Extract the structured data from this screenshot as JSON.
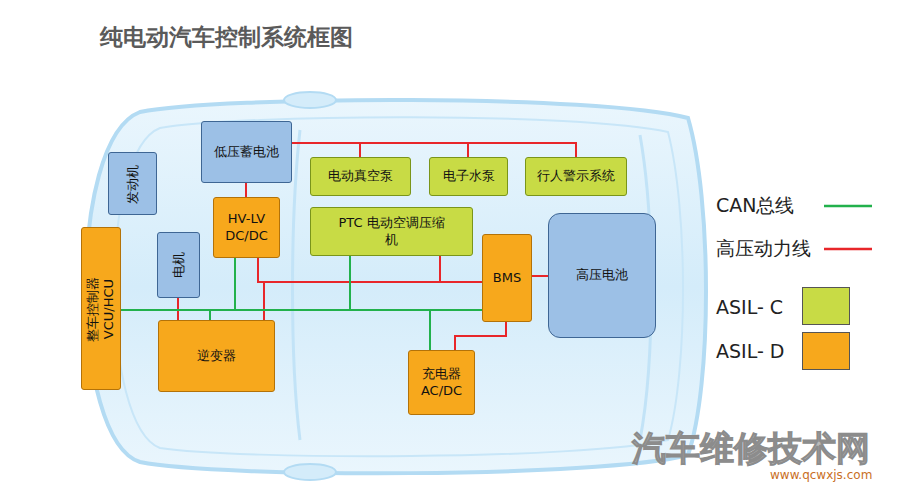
{
  "diagram": {
    "title": "纯电动汽车控制系统框图",
    "nodes": [
      {
        "text": [
          "低压蓄电池"
        ]
      },
      {
        "text": [
          "发动机"
        ]
      },
      {
        "text": [
          "HV-LV DC/DC"
        ]
      },
      {
        "text": [
          "电动真空泵"
        ]
      },
      {
        "text": [
          "电子水泵"
        ]
      },
      {
        "text": [
          "行人警示系统"
        ]
      },
      {
        "text": [
          "PTC 电动空调压缩机"
        ]
      },
      {
        "text": [
          "整车控制器 VCU/HCU"
        ]
      },
      {
        "text": [
          "电机"
        ]
      },
      {
        "text": [
          "BMS"
        ]
      },
      {
        "text": [
          "高压电池"
        ]
      },
      {
        "text": [
          "逆变器"
        ]
      },
      {
        "text": [
          "充电器 AC/DC"
        ]
      }
    ],
    "edges": [
      {
        "from": 0,
        "to": 3,
        "arrow": "none"
      },
      {
        "from": 0,
        "to": 4,
        "arrow": "none"
      },
      {
        "from": 0,
        "to": 5,
        "arrow": "none"
      },
      {
        "from": 0,
        "to": 2,
        "arrow": "none"
      },
      {
        "from": 2,
        "to": 9,
        "arrow": "none"
      },
      {
        "from": 6,
        "to": 9,
        "arrow": "none"
      },
      {
        "from": 11,
        "to": 9,
        "arrow": "none"
      },
      {
        "from": 12,
        "to": 9,
        "arrow": "none"
      },
      {
        "from": 9,
        "to": 10,
        "arrow": "none"
      },
      {
        "from": 8,
        "to": 11,
        "arrow": "none"
      },
      {
        "from": 7,
        "to": 2,
        "arrow": "none"
      },
      {
        "from": 7,
        "to": 6,
        "arrow": "none"
      },
      {
        "from": 7,
        "to": 9,
        "arrow": "none"
      },
      {
        "from": 7,
        "to": 12,
        "arrow": "none"
      },
      {
        "from": 7,
        "to": 11,
        "arrow": "none"
      }
    ],
    "labels": [
      "汽车维修技术网",
      "www.qcwxjs.com"
    ],
    "legend": [
      {
        "text": "CAN总线"
      },
      {
        "text": "高压动力线"
      },
      {
        "text": "ASIL- C",
        "color": "#c8db45"
      },
      {
        "text": "ASIL- D",
        "color": "#f7a81c"
      }
    ]
  }
}
